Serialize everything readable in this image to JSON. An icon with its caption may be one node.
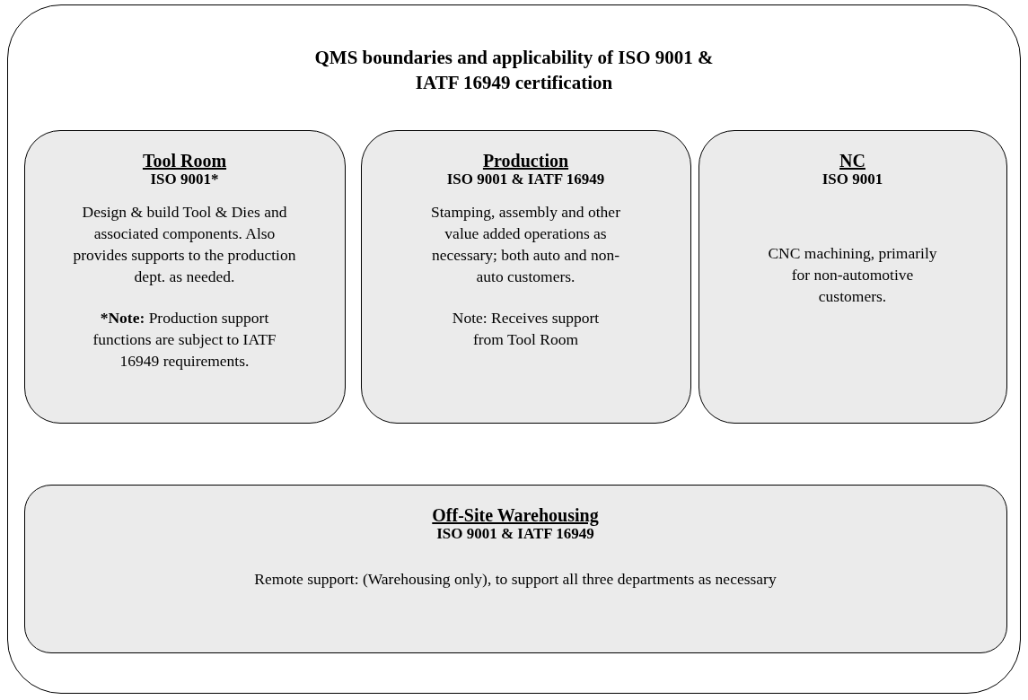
{
  "diagram": {
    "nodes": [
      {
        "text": [
          "QMS boundaries and applicability of ISO 9001 & IATF 16949 certification"
        ]
      },
      {
        "text": [
          "Tool Room",
          "ISO 9001*",
          "Design & build Tool & Dies and associated components. Also provides supports to the production dept. as needed.",
          "***Note:** Production support functions are subject to IATF 16949 requirements."
        ],
        "in": 0
      },
      {
        "text": [
          "Production",
          "ISO 9001 & IATF 16949",
          "Stamping, assembly and other value added operations as necessary; both auto and non-auto customers.",
          "Note: Receives support from Tool Room"
        ],
        "in": 0
      },
      {
        "text": [
          "NC",
          "ISO 9001",
          "CNC machining, primarily for non-automotive customers."
        ],
        "in": 0
      },
      {
        "text": [
          "Off-Site Warehousing",
          "ISO 9001 & IATF 16949",
          "Remote support: (Warehousing only), to support all three departments as necessary"
        ],
        "in": 0
      }
    ]
  }
}
